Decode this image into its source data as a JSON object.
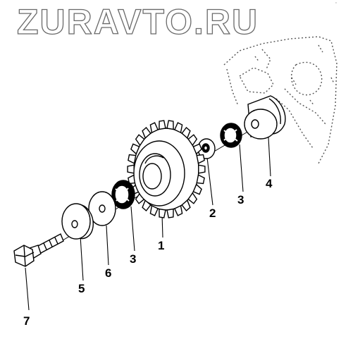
{
  "watermark": "ZURAVTO.RU",
  "corner_mark": "*",
  "colors": {
    "line": "#000000",
    "dashed_housing": "#555555",
    "watermark_stroke": "#6a6a6a"
  },
  "callouts": [
    {
      "id": "1",
      "label": "1"
    },
    {
      "id": "2",
      "label": "2"
    },
    {
      "id": "3a",
      "label": "3"
    },
    {
      "id": "3b",
      "label": "3"
    },
    {
      "id": "4",
      "label": "4"
    },
    {
      "id": "5",
      "label": "5"
    },
    {
      "id": "6",
      "label": "6"
    },
    {
      "id": "7",
      "label": "7"
    }
  ]
}
